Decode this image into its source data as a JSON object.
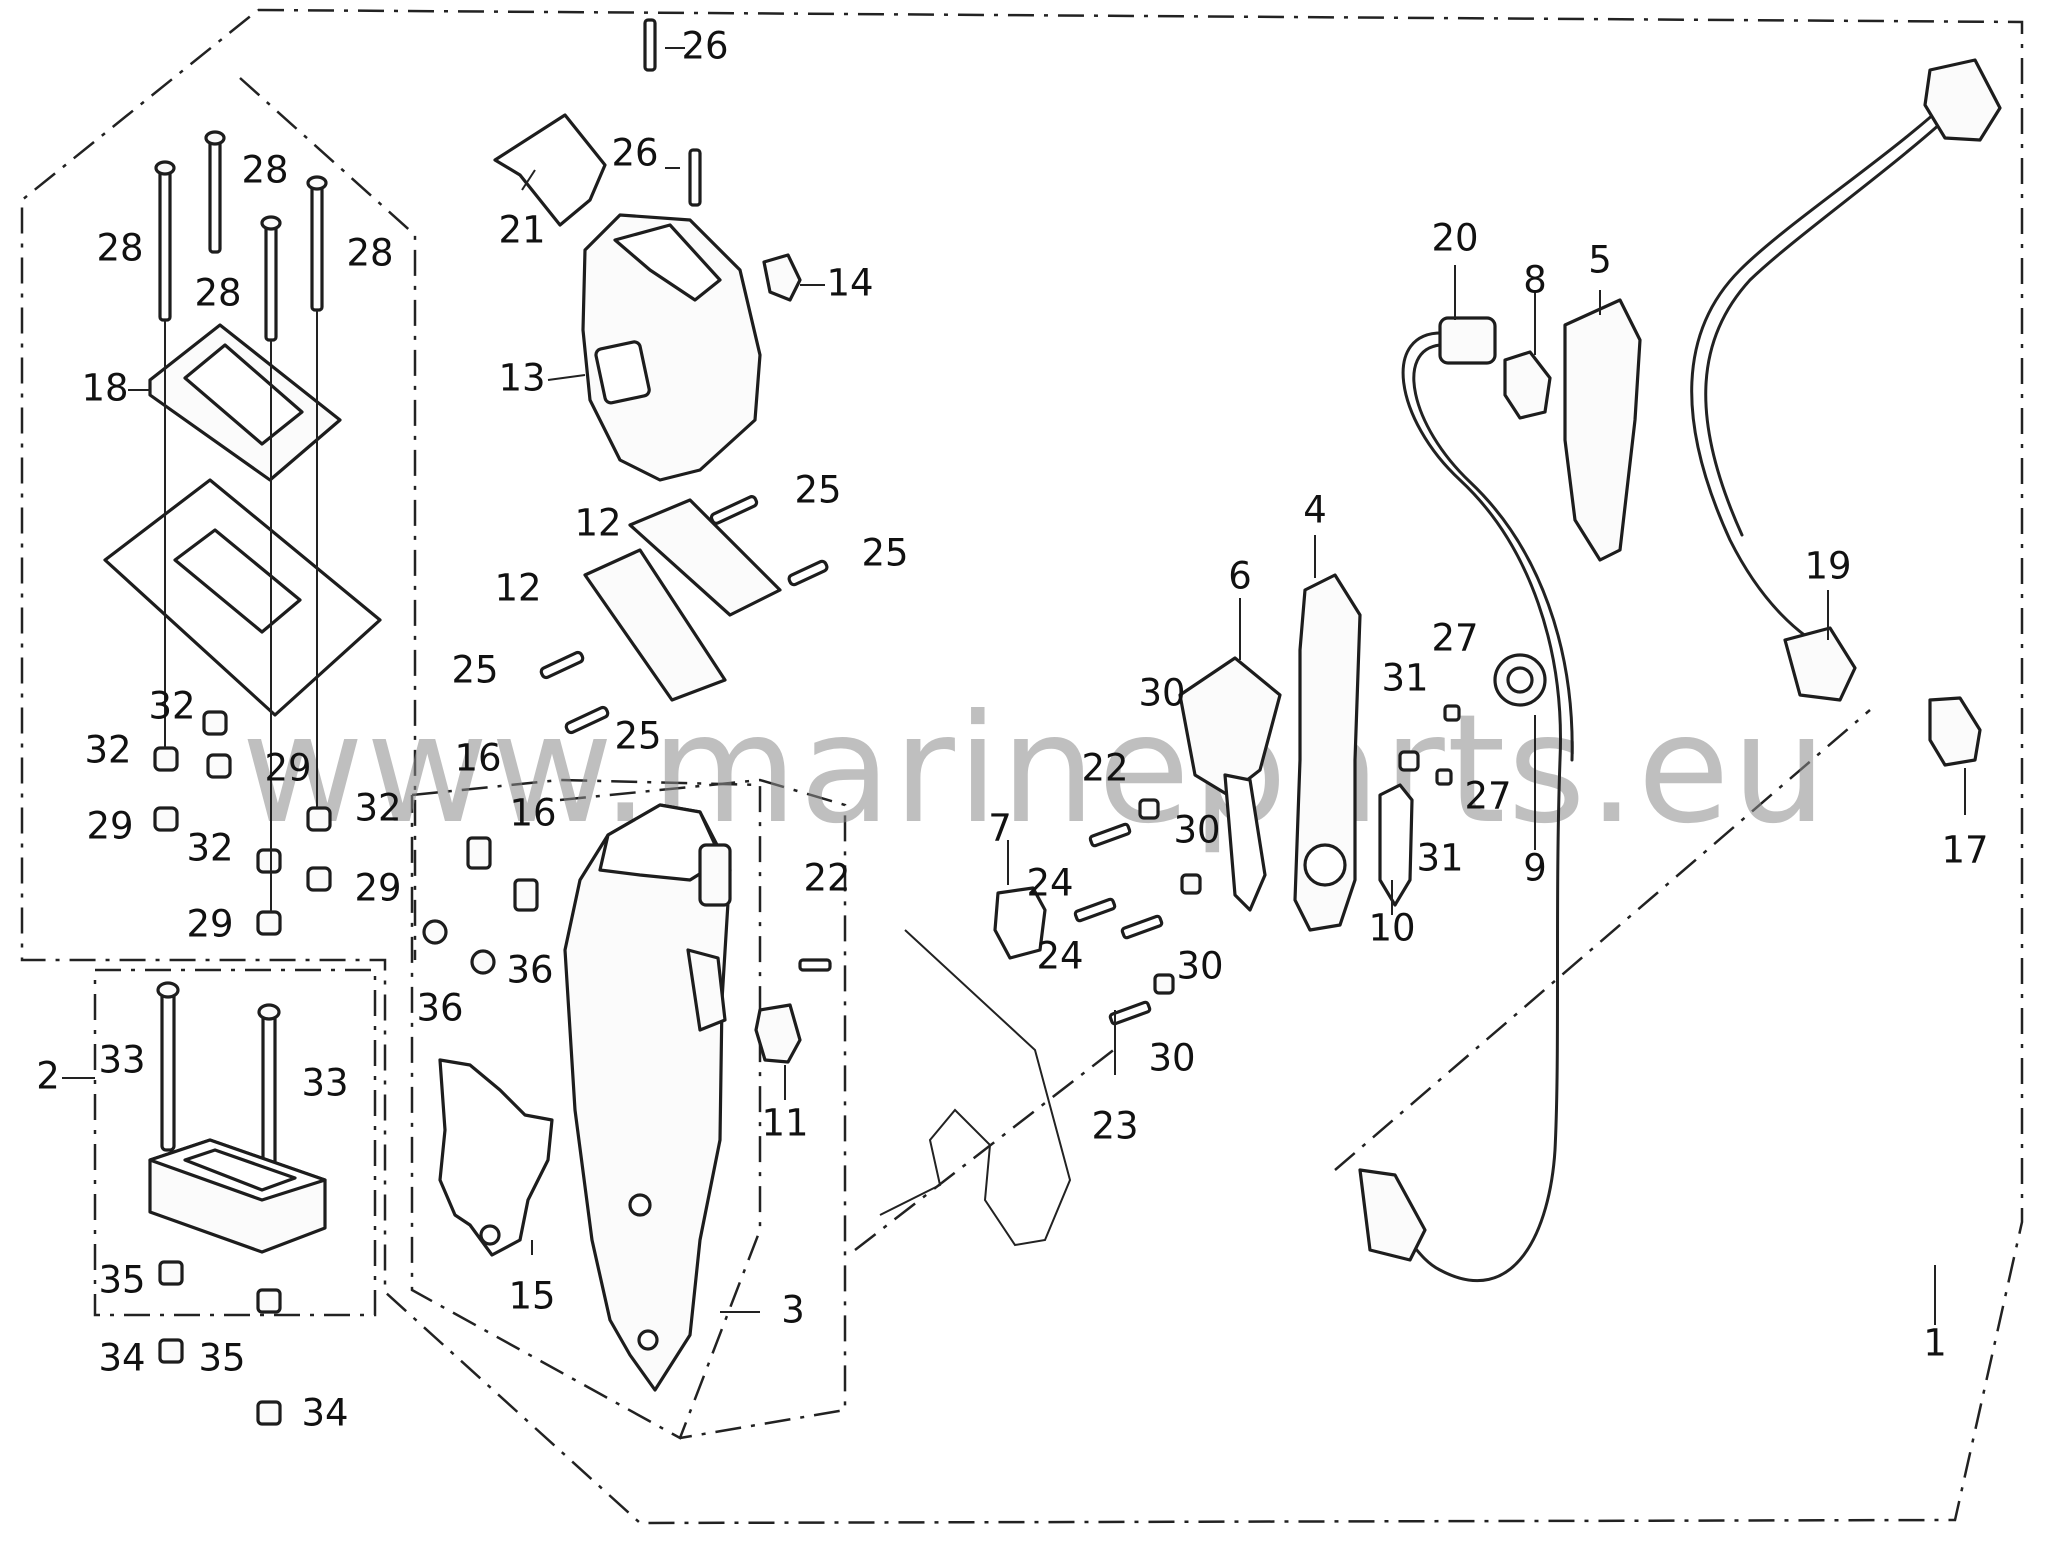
{
  "watermark": "www.marineparts.eu",
  "callouts": [
    {
      "id": "c1",
      "label": "1"
    },
    {
      "id": "c2",
      "label": "2"
    },
    {
      "id": "c3",
      "label": "3"
    },
    {
      "id": "c4",
      "label": "4"
    },
    {
      "id": "c5",
      "label": "5"
    },
    {
      "id": "c6",
      "label": "6"
    },
    {
      "id": "c7",
      "label": "7"
    },
    {
      "id": "c8",
      "label": "8"
    },
    {
      "id": "c9",
      "label": "9"
    },
    {
      "id": "c10",
      "label": "10"
    },
    {
      "id": "c11",
      "label": "11"
    },
    {
      "id": "c12a",
      "label": "12"
    },
    {
      "id": "c12b",
      "label": "12"
    },
    {
      "id": "c13",
      "label": "13"
    },
    {
      "id": "c14",
      "label": "14"
    },
    {
      "id": "c15",
      "label": "15"
    },
    {
      "id": "c16a",
      "label": "16"
    },
    {
      "id": "c16b",
      "label": "16"
    },
    {
      "id": "c17",
      "label": "17"
    },
    {
      "id": "c18",
      "label": "18"
    },
    {
      "id": "c19",
      "label": "19"
    },
    {
      "id": "c20",
      "label": "20"
    },
    {
      "id": "c21",
      "label": "21"
    },
    {
      "id": "c22a",
      "label": "22"
    },
    {
      "id": "c22b",
      "label": "22"
    },
    {
      "id": "c23",
      "label": "23"
    },
    {
      "id": "c24a",
      "label": "24"
    },
    {
      "id": "c24b",
      "label": "24"
    },
    {
      "id": "c25a",
      "label": "25"
    },
    {
      "id": "c25b",
      "label": "25"
    },
    {
      "id": "c25c",
      "label": "25"
    },
    {
      "id": "c25d",
      "label": "25"
    },
    {
      "id": "c26a",
      "label": "26"
    },
    {
      "id": "c26b",
      "label": "26"
    },
    {
      "id": "c27a",
      "label": "27"
    },
    {
      "id": "c27b",
      "label": "27"
    },
    {
      "id": "c28a",
      "label": "28"
    },
    {
      "id": "c28b",
      "label": "28"
    },
    {
      "id": "c28c",
      "label": "28"
    },
    {
      "id": "c28d",
      "label": "28"
    },
    {
      "id": "c29a",
      "label": "29"
    },
    {
      "id": "c29b",
      "label": "29"
    },
    {
      "id": "c29c",
      "label": "29"
    },
    {
      "id": "c29d",
      "label": "29"
    },
    {
      "id": "c30a",
      "label": "30"
    },
    {
      "id": "c30b",
      "label": "30"
    },
    {
      "id": "c30c",
      "label": "30"
    },
    {
      "id": "c30d",
      "label": "30"
    },
    {
      "id": "c31a",
      "label": "31"
    },
    {
      "id": "c31b",
      "label": "31"
    },
    {
      "id": "c32a",
      "label": "32"
    },
    {
      "id": "c32b",
      "label": "32"
    },
    {
      "id": "c32c",
      "label": "32"
    },
    {
      "id": "c32d",
      "label": "32"
    },
    {
      "id": "c33a",
      "label": "33"
    },
    {
      "id": "c33b",
      "label": "33"
    },
    {
      "id": "c34a",
      "label": "34"
    },
    {
      "id": "c34b",
      "label": "34"
    },
    {
      "id": "c35a",
      "label": "35"
    },
    {
      "id": "c35b",
      "label": "35"
    },
    {
      "id": "c36a",
      "label": "36"
    },
    {
      "id": "c36b",
      "label": "36"
    }
  ]
}
